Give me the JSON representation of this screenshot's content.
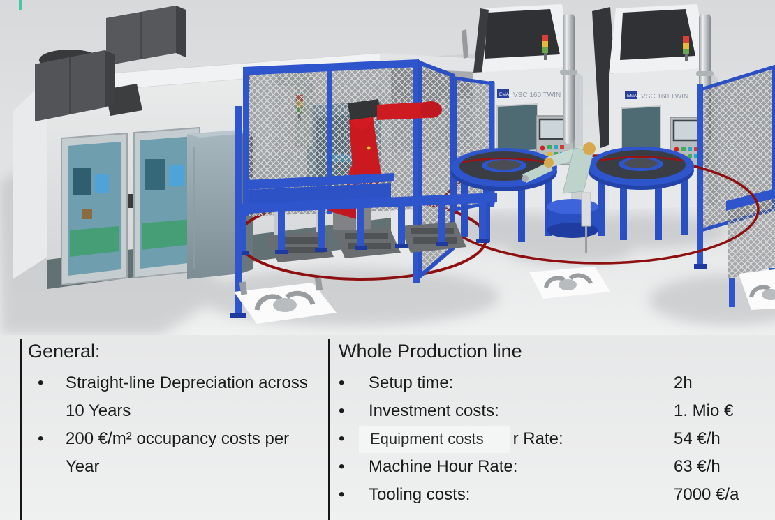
{
  "ui": {
    "bullet": "•"
  },
  "colors": {
    "fence_blue": "#2f55cc",
    "robot_red": "#cc1a21",
    "pale_robot": "#bdd3cc",
    "floor_circle_red": "#8e0f0f",
    "accent_tick": "#45c8a5",
    "signal_red": "#d94136",
    "signal_yellow": "#e3b93e",
    "signal_green": "#6aa84f"
  },
  "scene": {
    "machines": [
      {
        "logo_text": "EMAG",
        "model": "VSC 160 TWIN"
      },
      {
        "logo_text": "EMAG",
        "model": "VSC 160 TWIN"
      }
    ]
  },
  "general_panel": {
    "title": "General:",
    "bullets": [
      "Straight-line Depreciation across 10 Years",
      "200 €/m² occupancy costs per Year"
    ]
  },
  "production_panel": {
    "title": "Whole Production line",
    "rows": [
      {
        "label": "Setup time:",
        "value": "2h"
      },
      {
        "label": "Investment costs:",
        "value": "1. Mio €"
      },
      {
        "label": "r Rate:",
        "overlay": "Equipment costs",
        "value": "54 €/h"
      },
      {
        "label": "Machine Hour Rate:",
        "value": "63 €/h"
      },
      {
        "label": "Tooling costs:",
        "value": "7000 €/a"
      }
    ]
  }
}
